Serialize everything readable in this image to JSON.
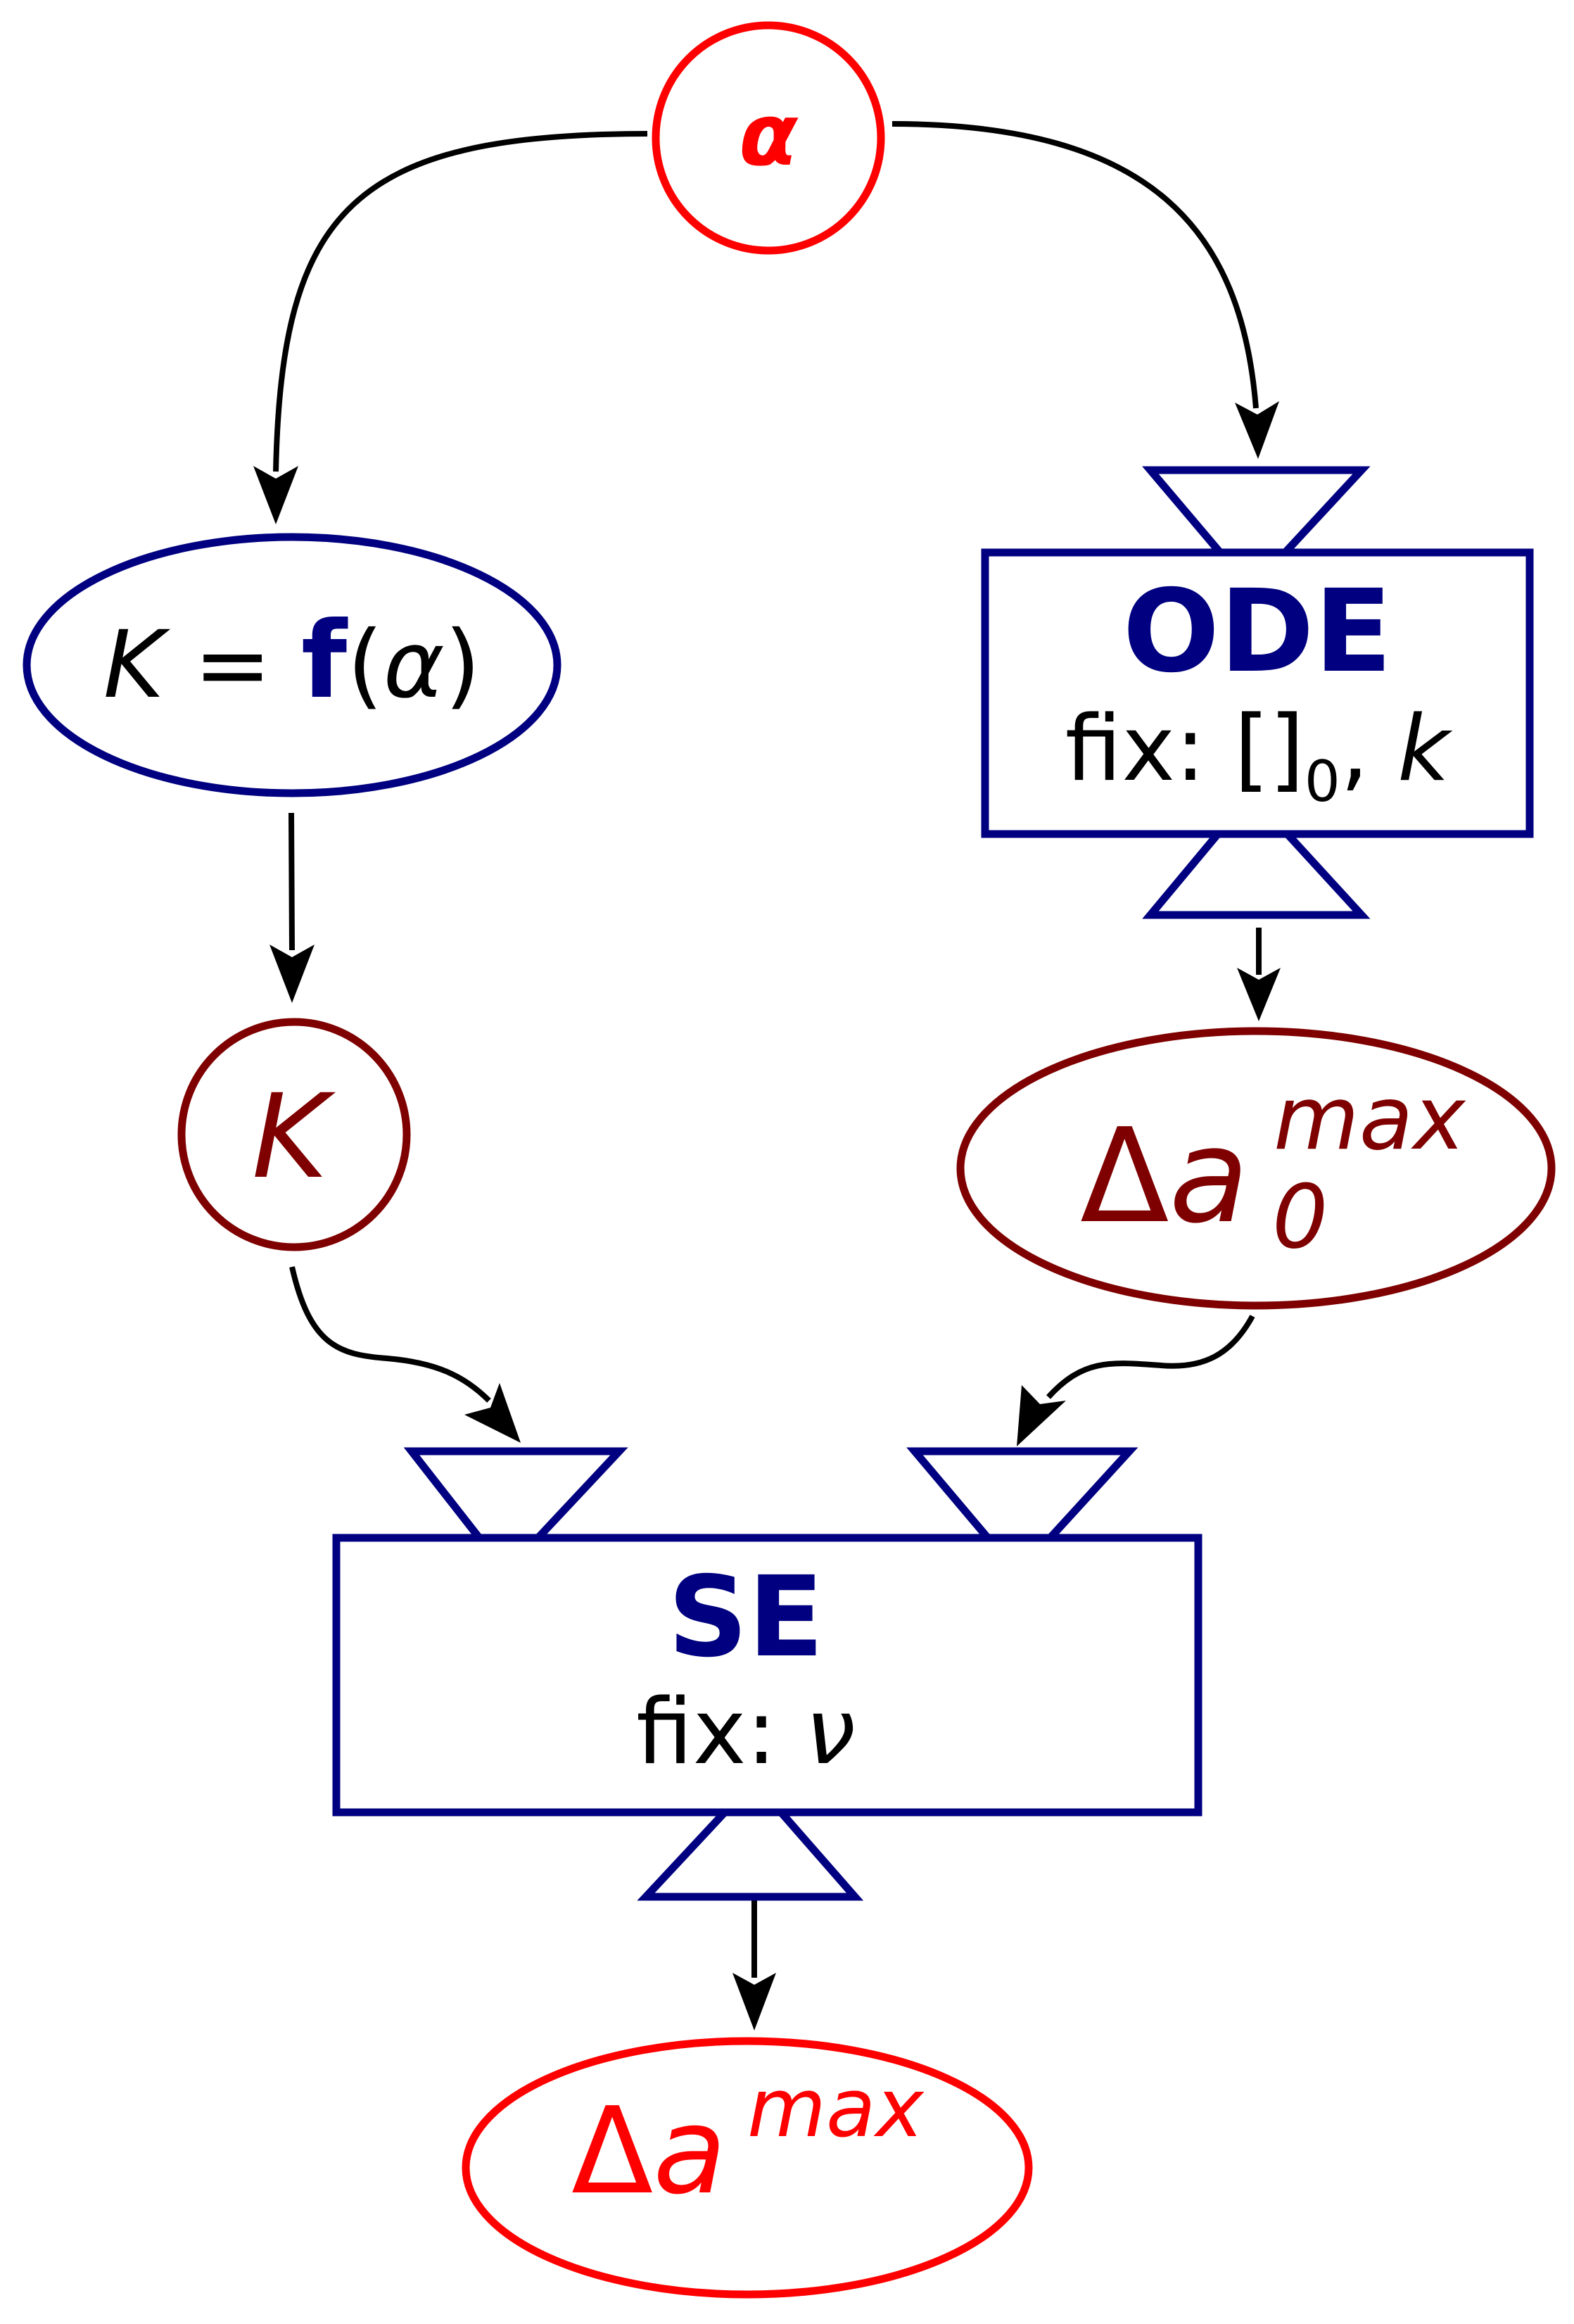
{
  "colors": {
    "input": "#ff0000",
    "intermediate": "#7f0000",
    "block": "#000080",
    "edge": "#000000"
  },
  "nodes": {
    "alpha": {
      "label": "α"
    },
    "k_func": {
      "lhs": "K",
      "eq": " = ",
      "f": "f",
      "open": "(",
      "arg": "α",
      "close": ")"
    },
    "k_value": {
      "label": "K"
    },
    "ode": {
      "title": "ODE",
      "fix_prefix": "fix: []",
      "fix_sub": "0",
      "fix_sep": ", ",
      "fix_var": "k"
    },
    "delta_a0": {
      "delta": "Δ",
      "a": "a",
      "sup": "max",
      "sub": "0"
    },
    "se": {
      "title": "SE",
      "fix_prefix": "fix: ",
      "fix_var": "ν"
    },
    "delta_a": {
      "delta": "Δ",
      "a": "a",
      "sup": "max"
    }
  },
  "edges": [
    {
      "from": "alpha",
      "to": "k_func"
    },
    {
      "from": "alpha",
      "to": "ode"
    },
    {
      "from": "k_func",
      "to": "k_value"
    },
    {
      "from": "ode",
      "to": "delta_a0"
    },
    {
      "from": "k_value",
      "to": "se"
    },
    {
      "from": "delta_a0",
      "to": "se"
    },
    {
      "from": "se",
      "to": "delta_a"
    }
  ]
}
